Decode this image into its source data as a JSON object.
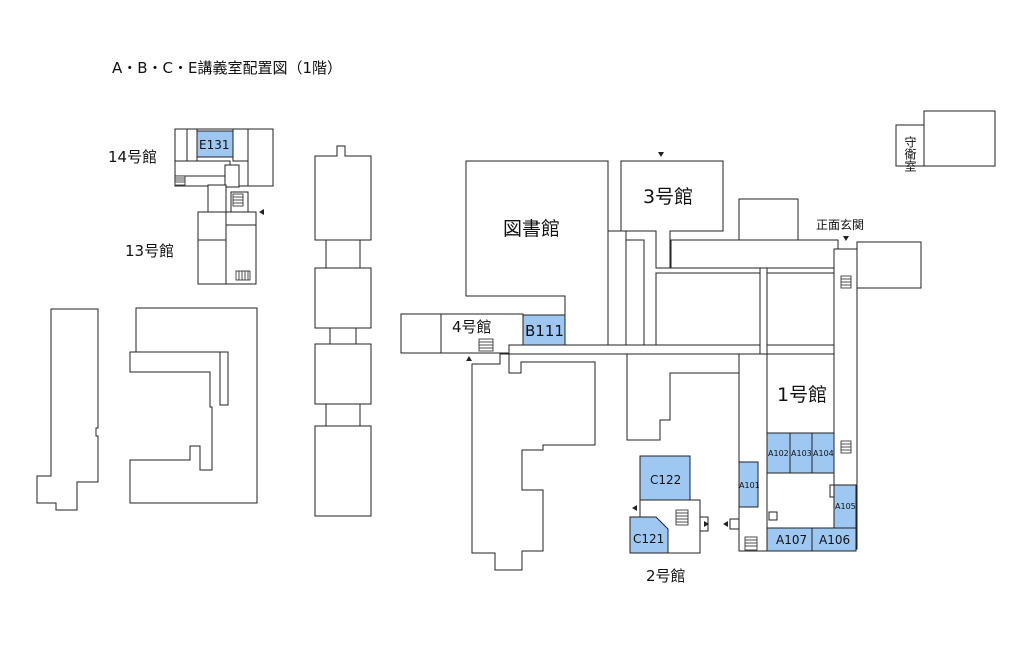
{
  "title": "A・B・C・E講義室配置図（1階）",
  "colors": {
    "room_fill": "#9ec8f2",
    "line": "#222222",
    "background": "#ffffff"
  },
  "buildings": {
    "bldg14": "14号館",
    "bldg13": "13号館",
    "library": "図書館",
    "bldg3": "3号館",
    "bldg4": "4号館",
    "bldg1": "1号館",
    "bldg2": "2号館",
    "main_entrance": "正面玄関",
    "guard_room": "守衛室"
  },
  "rooms": {
    "e131": "E131",
    "b111": "B111",
    "c122": "C122",
    "c121": "C121",
    "a101": "A101",
    "a102": "A102",
    "a103": "A103",
    "a104": "A104",
    "a105": "A105",
    "a106": "A106",
    "a107": "A107"
  },
  "icons": [
    "entrance-arrow-icon",
    "stairs-icon"
  ]
}
